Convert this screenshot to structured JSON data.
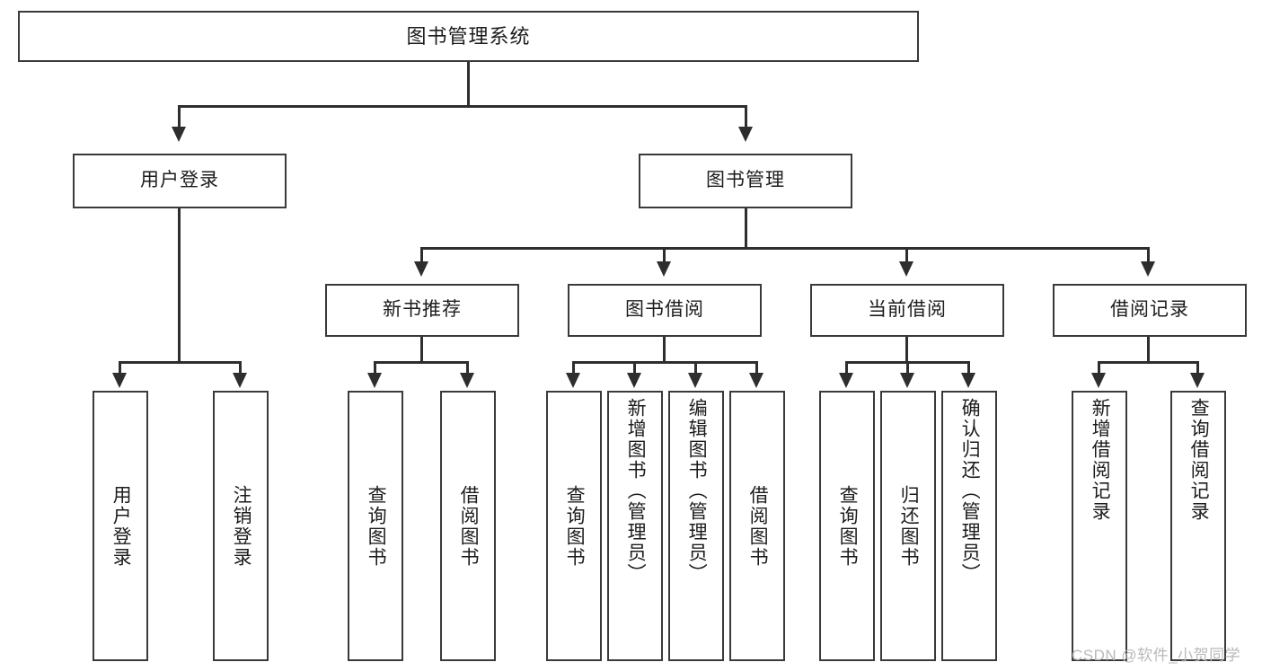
{
  "diagram": {
    "title": "图书管理系统",
    "type": "功能结构图",
    "root": {
      "label": "图书管理系统"
    },
    "level2": [
      {
        "label": "用户登录"
      },
      {
        "label": "图书管理"
      }
    ],
    "level3": [
      {
        "label": "新书推荐"
      },
      {
        "label": "图书借阅"
      },
      {
        "label": "当前借阅"
      },
      {
        "label": "借阅记录"
      }
    ],
    "leaves": {
      "user_login": [
        {
          "label": "用户登录"
        },
        {
          "label": "注销登录"
        }
      ],
      "new_book_recommend": [
        {
          "label": "查询图书"
        },
        {
          "label": "借阅图书"
        }
      ],
      "book_borrow": [
        {
          "label": "查询图书"
        },
        {
          "label": "新增图书（管理员）"
        },
        {
          "label": "编辑图书（管理员）"
        },
        {
          "label": "借阅图书"
        }
      ],
      "current_borrow": [
        {
          "label": "查询图书"
        },
        {
          "label": "归还图书"
        },
        {
          "label": "确认归还（管理员）"
        }
      ],
      "borrow_record": [
        {
          "label": "新增借阅记录"
        },
        {
          "label": "查询借阅记录"
        }
      ]
    }
  },
  "watermark": {
    "text": "CSDN @软件_小贺同学"
  },
  "colors": {
    "box_border": "#3a3a3a",
    "line": "#2e2e2e",
    "text": "#1c1c1c",
    "background": "#ffffff",
    "watermark": "#b9b9b9"
  }
}
